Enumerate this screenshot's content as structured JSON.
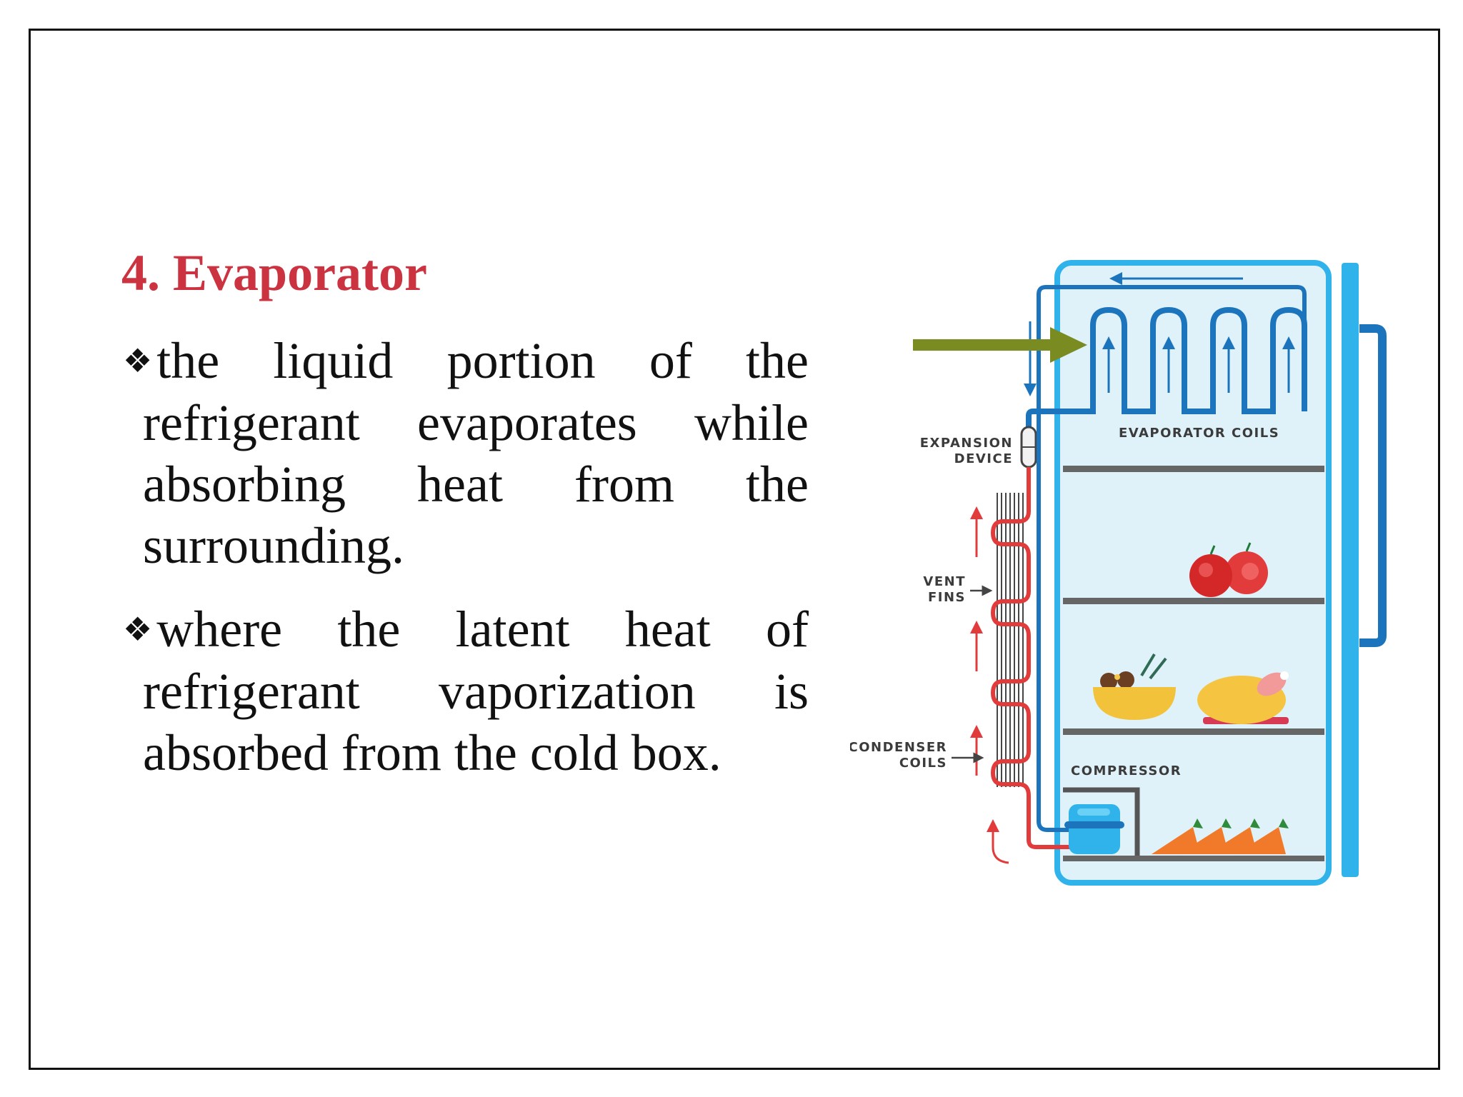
{
  "slide": {
    "title": "4.  Evaporator",
    "bullet_marker": "❖",
    "bullets": [
      "the liquid portion of the refrigerant evaporates while absorbing heat from the surrounding.",
      "where the latent heat of refrigerant vaporization is absorbed from the cold box."
    ]
  },
  "diagram": {
    "labels": {
      "evaporator_coils": "EVAPORATOR COILS",
      "expansion_device_line1": "EXPANSION",
      "expansion_device_line2": "DEVICE",
      "vent_fins_line1": "VENT",
      "vent_fins_line2": "FINS",
      "condenser_coils_line1": "CONDENSER",
      "condenser_coils_line2": "COILS",
      "compressor": "COMPRESSOR"
    },
    "colors": {
      "title_red": "#cc3340",
      "fridge_interior": "#dff2fa",
      "fridge_outline": "#2fb3ea",
      "cold_pipe": "#1c74bc",
      "hot_pipe": "#e23b3b",
      "pointer_arrow": "#7a8b22",
      "shelf": "#666666"
    }
  }
}
